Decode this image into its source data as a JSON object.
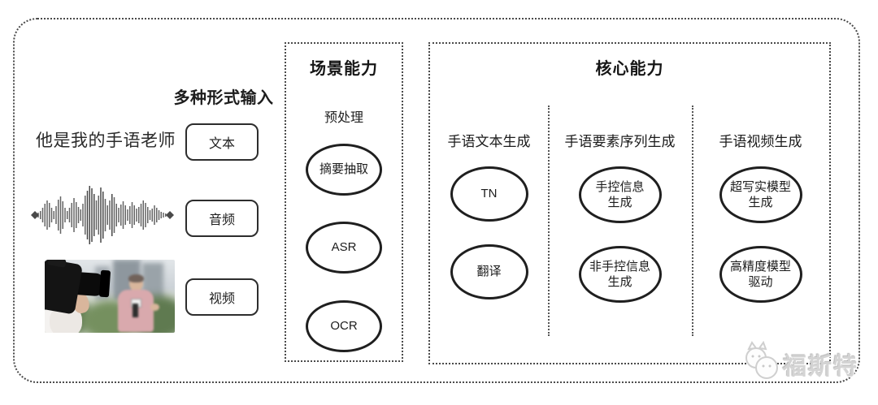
{
  "colors": {
    "line": "#2d2d2d",
    "watermark": "#d4d4d4",
    "background": "#ffffff"
  },
  "input_section": {
    "heading": "多种形式输入",
    "sample_text": "他是我的手语老师",
    "items": [
      {
        "label": "文本"
      },
      {
        "label": "音频"
      },
      {
        "label": "视频"
      }
    ]
  },
  "scene_box": {
    "title": "场景能力",
    "stage_label": "预处理",
    "nodes": [
      {
        "label": "摘要抽取"
      },
      {
        "label": "ASR"
      },
      {
        "label": "OCR"
      }
    ]
  },
  "core_box": {
    "title": "核心能力",
    "columns": [
      {
        "header": "手语文本生成",
        "nodes": [
          {
            "label": "TN"
          },
          {
            "label": "翻译"
          }
        ]
      },
      {
        "header": "手语要素序列生成",
        "nodes": [
          {
            "label": "手控信息\n生成"
          },
          {
            "label": "非手控信息\n生成"
          }
        ]
      },
      {
        "header": "手语视频生成",
        "nodes": [
          {
            "label": "超写实模型\n生成"
          },
          {
            "label": "高精度模型\n驱动"
          }
        ]
      }
    ]
  },
  "watermark": {
    "text": "福斯特"
  }
}
